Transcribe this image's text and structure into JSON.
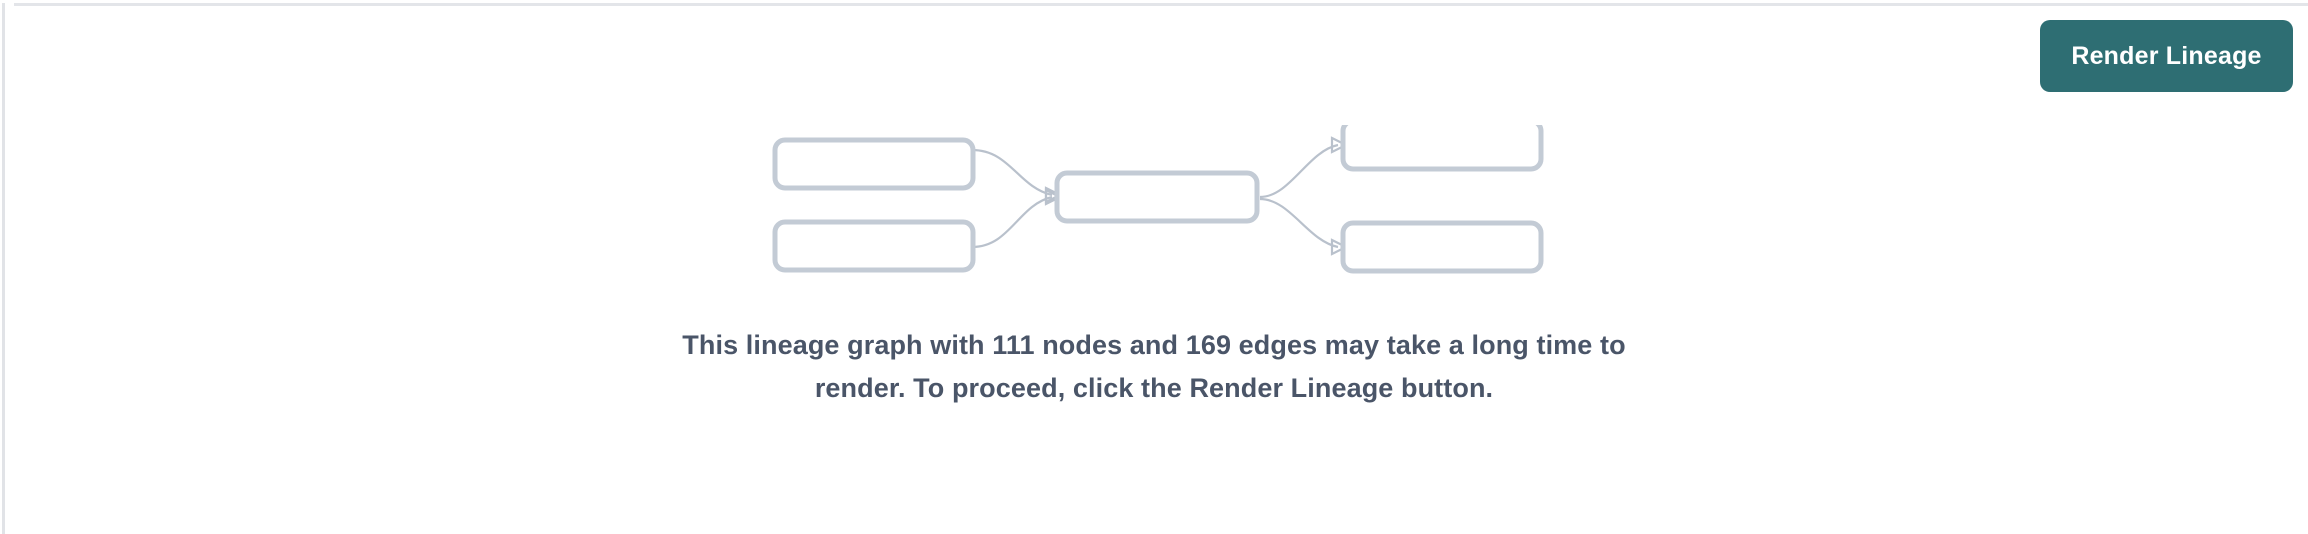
{
  "panel": {
    "background_color": "#ffffff",
    "border_color": "#e3e5e9"
  },
  "toolbar": {
    "render_lineage_label": "Render Lineage",
    "button_color": "#2e6e73",
    "button_text_color": "#ffffff"
  },
  "placeholder_graph": {
    "node_border_color": "#c3cbd5",
    "edge_color": "#b9c1cc",
    "nodes": [
      {
        "id": "left-top",
        "label": ""
      },
      {
        "id": "left-bottom",
        "label": ""
      },
      {
        "id": "center",
        "label": ""
      },
      {
        "id": "right-top",
        "label": ""
      },
      {
        "id": "right-bottom",
        "label": ""
      }
    ],
    "edges": [
      {
        "from": "left-top",
        "to": "center"
      },
      {
        "from": "left-bottom",
        "to": "center"
      },
      {
        "from": "center",
        "to": "right-top"
      },
      {
        "from": "center",
        "to": "right-bottom"
      }
    ]
  },
  "message": {
    "node_count": 111,
    "edge_count": 169,
    "text": "This lineage graph with 111 nodes and 169 edges may take a long time to render. To proceed, click the Render Lineage button.",
    "text_color": "#4a5568"
  }
}
